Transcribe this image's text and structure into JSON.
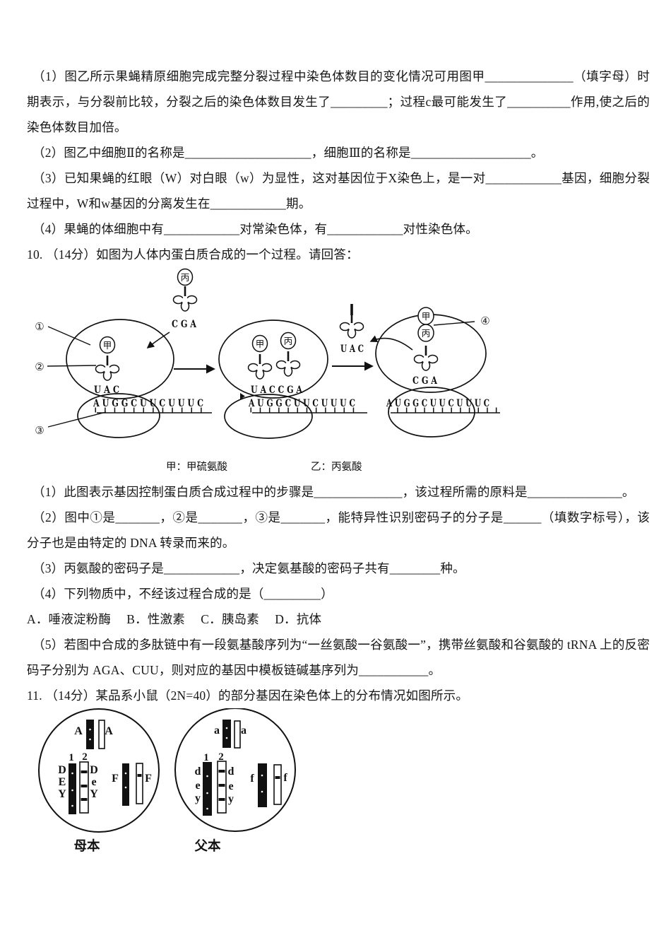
{
  "q9": {
    "parts": [
      "（1）图乙所示果蝇精原细胞完成完整分裂过程中染色体数目的变化情况可用图甲______________（填字母）时期表示，与分裂前比较，分裂之后的染色体数目发生了_________；过程c最可能发生了__________作用,使之后的染色体数目加倍。",
      "（2）图乙中细胞Ⅱ的名称是____________________，细胞Ⅲ的名称是___________________。",
      "（3）已知果蝇的红眼（W）对白眼（w）为显性，这对基因位于X染色上，是一对____________基因，细胞分裂过程中，W和w基因的分离发生在____________期。",
      "（4）果蝇的体细胞中有____________对常染色体，有____________对性染色体。"
    ]
  },
  "q10": {
    "stem": "10. （14分）如图为人体内蛋白质合成的一个过程。请回答：",
    "diagram": {
      "l1": "①",
      "l2": "②",
      "l3": "③",
      "l4": "④",
      "aa_jia": "甲",
      "aa_bing": "丙",
      "incoming_anticodon": "C G A",
      "p1_anticodon": "U A C",
      "p2_anticodon": "U A C C G A",
      "leaving_anticodon": "U A C",
      "p3_anticodon": "C G A",
      "mrna": "A U G G C U U C U U U C",
      "caption_left": "甲：甲硫氨酸",
      "caption_right": "乙：丙氨酸"
    },
    "parts": [
      "（1）此图表示基因控制蛋白质合成过程中的步骤是______________，该过程所需的原料是_______________。",
      "（2）图中①是_______，②是_______，③是_______，能特异性识别密码子的分子是______（填数字标号），该分子也是由特定的 DNA 转录而来的。",
      "（3）丙氨酸的密码子是____________，决定氨基酸的密码子共有________种。",
      "（4）下列物质中，不经该过程合成的是（_________）",
      "A．唾液淀粉酶　 B．性激素　 C．胰岛素　 D．抗体",
      "（5）若图中合成的多肽链中有一段氨基酸序列为“一丝氨酸一谷氨酸一”，携带丝氨酸和谷氨酸的 tRNA 上的反密码子分别为 AGA、CUU，则对应的基因中模板链碱基序列为___________。"
    ]
  },
  "q11": {
    "stem": "11. （14分）某品系小鼠（2N=40）的部分基因在染色体上的分布情况如图所示。",
    "diagram": {
      "mother": {
        "label": "母本",
        "topL": "A",
        "topR": "A",
        "n1": "1",
        "n2": "2",
        "g1": [
          "D",
          "E",
          "Y"
        ],
        "g2": [
          "D",
          "e",
          "Y"
        ],
        "p3L": "F",
        "p3R": "F"
      },
      "father": {
        "label": "父本",
        "topL": "a",
        "topR": "a",
        "n1": "1",
        "n2": "2",
        "g1": [
          "d",
          "e",
          "y"
        ],
        "g2": [
          "d",
          "e",
          "y"
        ],
        "p3L": "f",
        "p3R": "f"
      }
    }
  }
}
